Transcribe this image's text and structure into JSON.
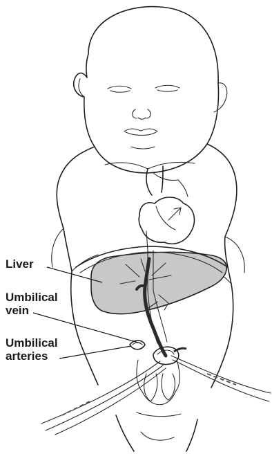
{
  "labels": {
    "liver": "Liver",
    "umbilical_vein_line1": "Umbilical",
    "umbilical_vein_line2": "vein",
    "umbilical_arteries_line1": "Umbilical",
    "umbilical_arteries_line2": "arteries"
  },
  "colors": {
    "liver_fill": "#c8c8c8",
    "line_ink": "#1f1f1f",
    "catheter_dark": "#2b2b2b"
  }
}
